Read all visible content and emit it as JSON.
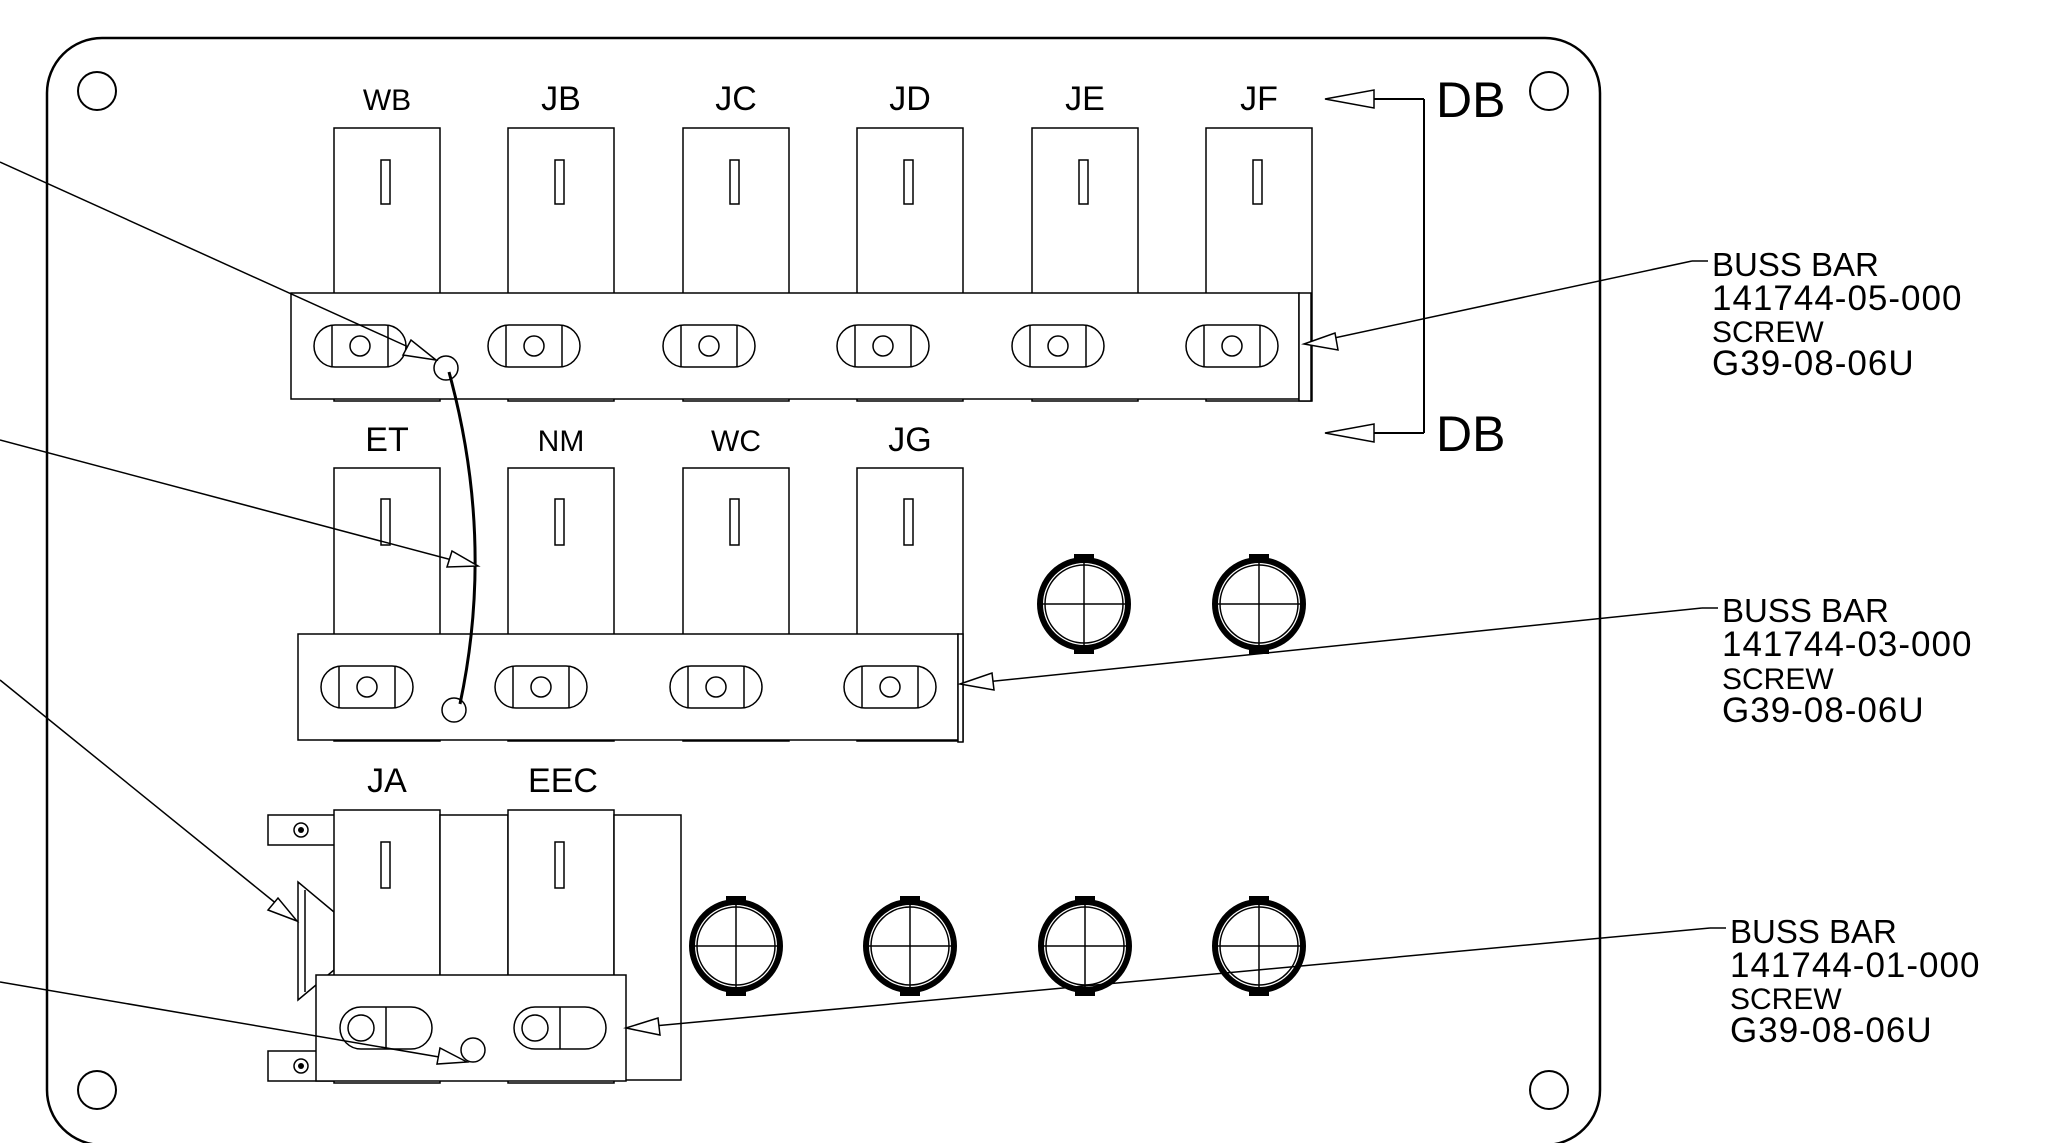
{
  "top_row": {
    "connectors": [
      "WB",
      "JB",
      "JC",
      "JD",
      "JE",
      "JF"
    ]
  },
  "middle_row": {
    "connectors": [
      "ET",
      "NM",
      "WC",
      "JG"
    ]
  },
  "bottom_row": {
    "connectors": [
      "JA",
      "EEC"
    ]
  },
  "db_labels": [
    "DB",
    "DB"
  ],
  "callouts": [
    {
      "title": "BUSS BAR",
      "part": "141744-05-000",
      "screw_label": "SCREW",
      "screw": "G39-08-06U"
    },
    {
      "title": "BUSS BAR",
      "part": "141744-03-000",
      "screw_label": "SCREW",
      "screw": "G39-08-06U"
    },
    {
      "title": "BUSS BAR",
      "part": "141744-01-000",
      "screw_label": "SCREW",
      "screw": "G39-08-06U"
    }
  ]
}
